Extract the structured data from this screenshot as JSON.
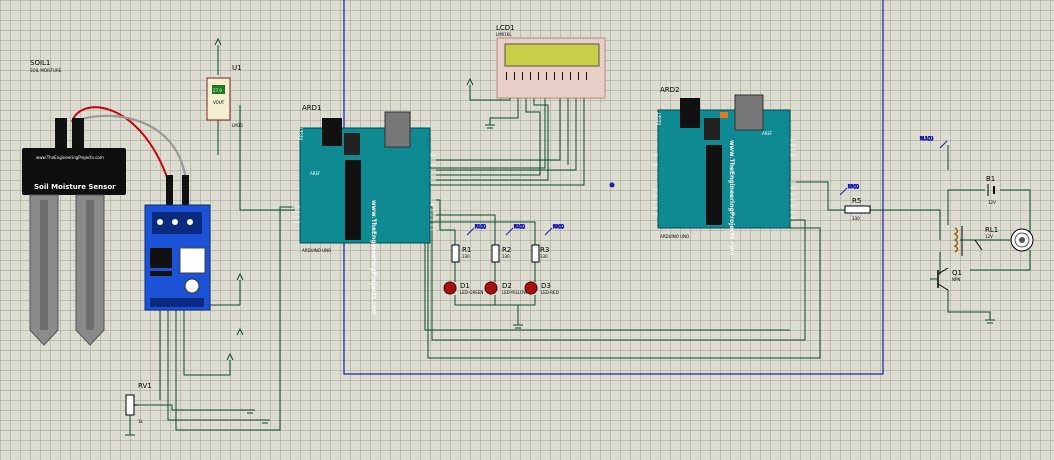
{
  "soil": {
    "ref": "SOIL1",
    "sub": "SOIL MOISTURE",
    "url": "www.TheEngineeringProjects.com",
    "title": "Soil Moisture Sensor"
  },
  "u1": {
    "ref": "U1",
    "part": "LM35",
    "screen": "27.0",
    "pin": "VOUT"
  },
  "rv1": {
    "ref": "RV1",
    "pct": "1k"
  },
  "ard1": {
    "ref": "ARD1",
    "brand": "www.TheEngineeringProjects.com",
    "model": "ARDUINO UNO",
    "pwm": "PWM",
    "reset": "RESET",
    "aref": "AREF"
  },
  "ard2": {
    "ref": "ARD2",
    "brand": "www.TheEngineeringProjects.com",
    "model": "ARDUINO UNO",
    "pwm": "PWM",
    "reset": "RESET",
    "aref": "AREF"
  },
  "lcd": {
    "ref": "LCD1",
    "part": "LM016L"
  },
  "resistors": [
    {
      "ref": "R1",
      "val": "330"
    },
    {
      "ref": "R2",
      "val": "330"
    },
    {
      "ref": "R3",
      "val": "330"
    },
    {
      "ref": "R5",
      "val": "330"
    }
  ],
  "leds": [
    {
      "ref": "D1",
      "part": "LED-GREEN",
      "color": "#aa1010"
    },
    {
      "ref": "D2",
      "part": "LED-YELLOW",
      "color": "#aa1010"
    },
    {
      "ref": "D3",
      "part": "LED-RED",
      "color": "#aa1010"
    }
  ],
  "probes": [
    "R1(1)",
    "R2(1)",
    "R3(1)",
    "R5(1)",
    "RL1(1)"
  ],
  "battery": {
    "ref": "B1",
    "val": "12V"
  },
  "relay": {
    "ref": "RL1",
    "val": "12V"
  },
  "q1": {
    "ref": "Q1",
    "part": "NPN"
  },
  "colors": {
    "board": "#0f8a93",
    "board_dark": "#0a6168",
    "wire": "#0d4a2a",
    "frame": "#1a1ab0",
    "lcd_glass": "#c9cf46",
    "led": "#aa1010"
  }
}
